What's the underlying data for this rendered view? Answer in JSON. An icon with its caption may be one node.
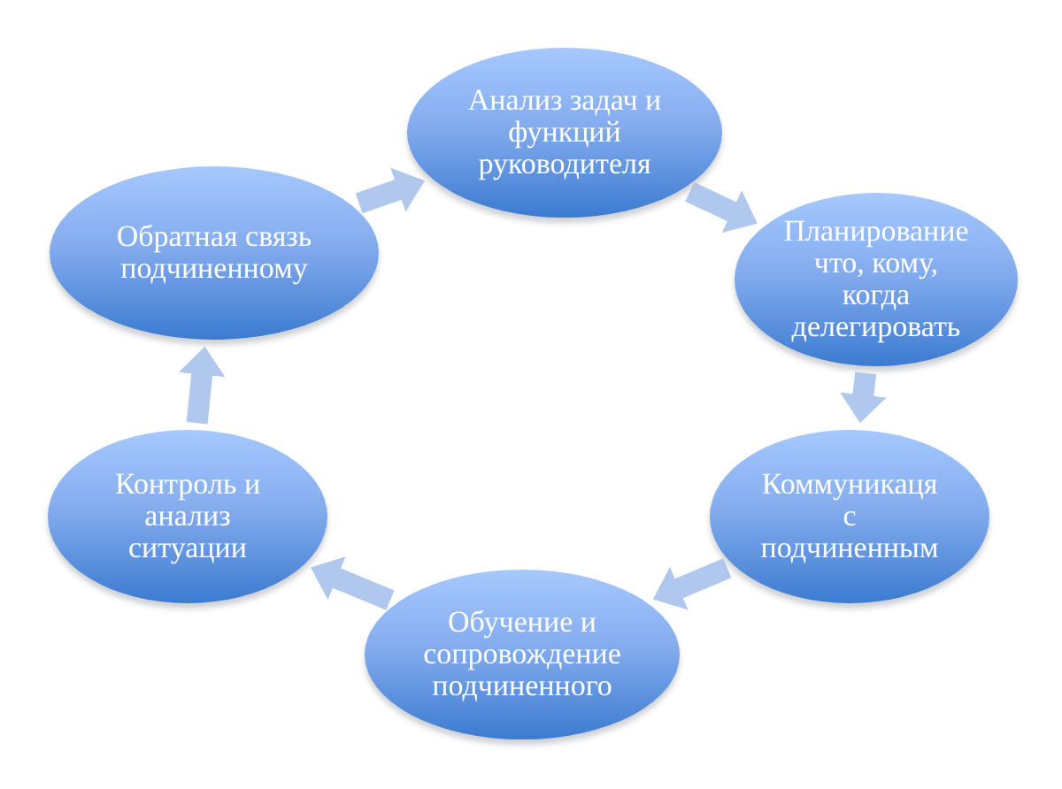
{
  "diagram": {
    "nodes": [
      {
        "text": [
          "Анализ задач и функций руководителя"
        ]
      },
      {
        "text": [
          "Планирование что, кому, когда делегировать"
        ]
      },
      {
        "text": [
          "Коммуникаця с подчиненным"
        ]
      },
      {
        "text": [
          "Обучение и сопровождение подчиненного"
        ]
      },
      {
        "text": [
          "Контроль и анализ ситуации"
        ]
      },
      {
        "text": [
          "Обратная связь подчиненному"
        ]
      }
    ],
    "edges": [
      {
        "from": 5,
        "to": 0,
        "arrow": "to"
      },
      {
        "from": 0,
        "to": 1,
        "arrow": "to"
      },
      {
        "from": 1,
        "to": 2,
        "arrow": "to"
      },
      {
        "from": 2,
        "to": 3,
        "arrow": "to"
      },
      {
        "from": 3,
        "to": 4,
        "arrow": "to"
      },
      {
        "from": 4,
        "to": 5,
        "arrow": "to"
      }
    ]
  }
}
